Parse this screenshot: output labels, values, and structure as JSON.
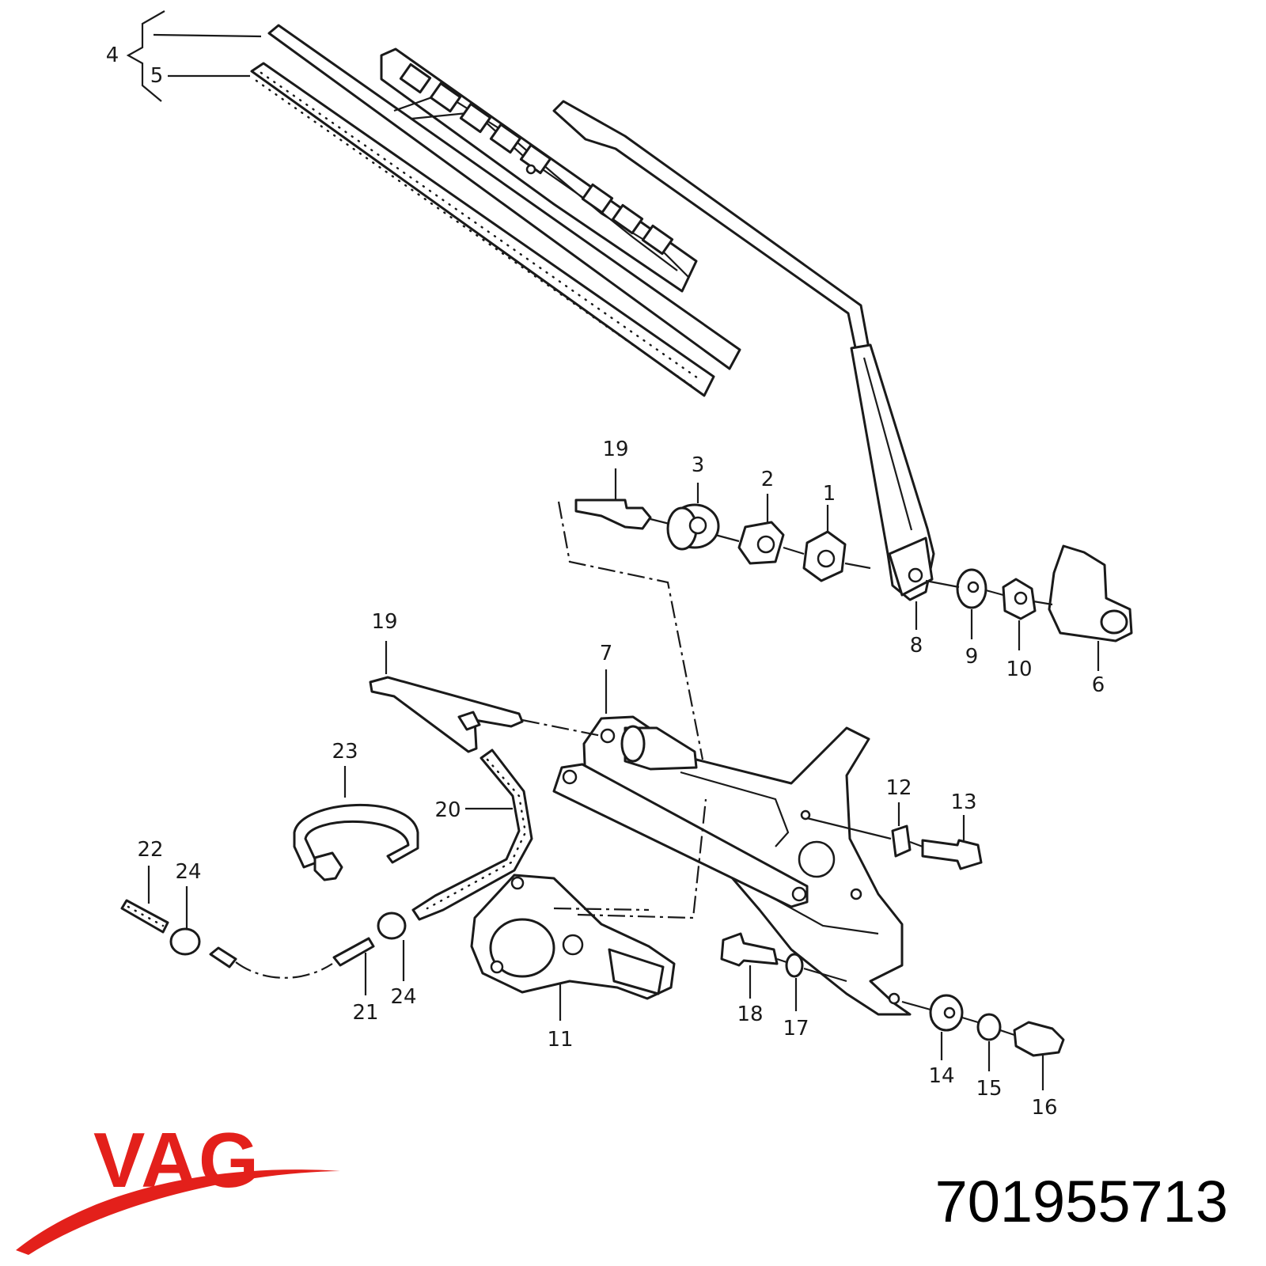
{
  "callouts": [
    {
      "id": "4",
      "text": "4"
    },
    {
      "id": "5",
      "text": "5"
    },
    {
      "id": "19a",
      "text": "19"
    },
    {
      "id": "3",
      "text": "3"
    },
    {
      "id": "2",
      "text": "2"
    },
    {
      "id": "1",
      "text": "1"
    },
    {
      "id": "8",
      "text": "8"
    },
    {
      "id": "9",
      "text": "9"
    },
    {
      "id": "10",
      "text": "10"
    },
    {
      "id": "6",
      "text": "6"
    },
    {
      "id": "19b",
      "text": "19"
    },
    {
      "id": "7",
      "text": "7"
    },
    {
      "id": "23",
      "text": "23"
    },
    {
      "id": "20",
      "text": "20"
    },
    {
      "id": "12",
      "text": "12"
    },
    {
      "id": "13",
      "text": "13"
    },
    {
      "id": "22",
      "text": "22"
    },
    {
      "id": "24a",
      "text": "24"
    },
    {
      "id": "24b",
      "text": "24"
    },
    {
      "id": "21",
      "text": "21"
    },
    {
      "id": "11",
      "text": "11"
    },
    {
      "id": "18",
      "text": "18"
    },
    {
      "id": "17",
      "text": "17"
    },
    {
      "id": "14",
      "text": "14"
    },
    {
      "id": "15",
      "text": "15"
    },
    {
      "id": "16",
      "text": "16"
    }
  ],
  "brand": {
    "text": "VAG",
    "color": "#e3201b"
  },
  "part_number": "701955713",
  "colors": {
    "line": "#1a1a1a",
    "brand": "#e3201b"
  }
}
